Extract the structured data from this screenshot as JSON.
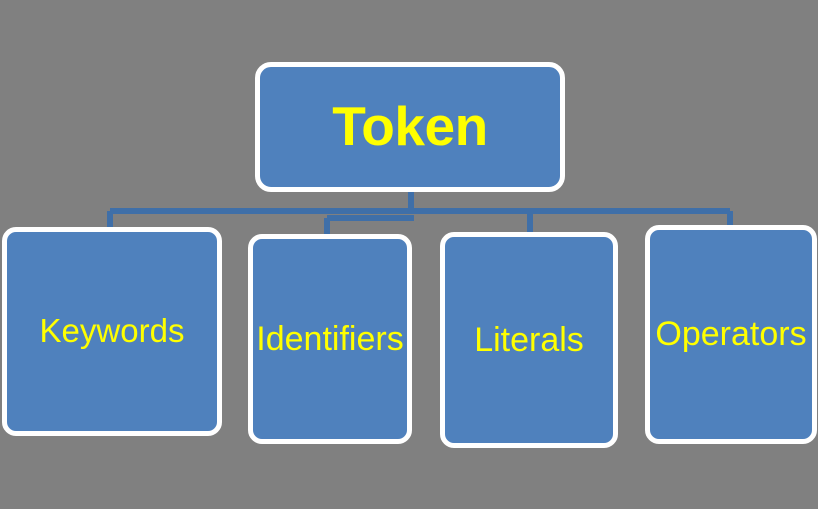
{
  "diagram": {
    "type": "organizational-tree",
    "background_color": "#808080",
    "node_fill_color": "#4F81BD",
    "node_border_color": "#FFFFFF",
    "node_text_color": "#FFFF00",
    "connector_color": "#3F6FA8",
    "root": {
      "id": "token",
      "label": "Token",
      "bold": true
    },
    "children": [
      {
        "id": "keywords",
        "label": "Keywords",
        "wraps": false
      },
      {
        "id": "identifiers",
        "label": "Identifiers",
        "wraps": true,
        "wrapped_lines": [
          "Identifi",
          "ers"
        ]
      },
      {
        "id": "literals",
        "label": "Literals",
        "wraps": false
      },
      {
        "id": "operators",
        "label": "Operators",
        "wraps": true,
        "wrapped_lines": [
          "Operat",
          "ors"
        ]
      }
    ],
    "edges": [
      {
        "from": "token",
        "to": "keywords"
      },
      {
        "from": "token",
        "to": "identifiers"
      },
      {
        "from": "token",
        "to": "literals"
      },
      {
        "from": "token",
        "to": "operators"
      }
    ]
  }
}
